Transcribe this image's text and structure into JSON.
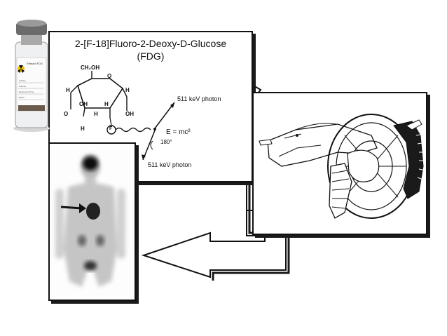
{
  "fdg": {
    "title_line1": "2-[F-18]Fluoro-2-Deoxy-D-Glucose",
    "title_line2": "(FDG)",
    "photon_top": "511 keV photon",
    "photon_bottom": "511 keV photon",
    "equation": "E = mc²",
    "angle": "180°",
    "atoms": {
      "ch2oh": "CH₂OH",
      "o_ring": "O",
      "o_left": "O",
      "h": "H",
      "oh": "OH",
      "f": "F"
    }
  },
  "vial": {
    "brand": "Effracid FDG",
    "rows": [
      "Activity",
      "Volume",
      "Reference Time",
      "Batch"
    ]
  },
  "colors": {
    "border": "#111111",
    "scan_dark": "#1a1a1a",
    "vial_cap": "#6b6b6b"
  }
}
